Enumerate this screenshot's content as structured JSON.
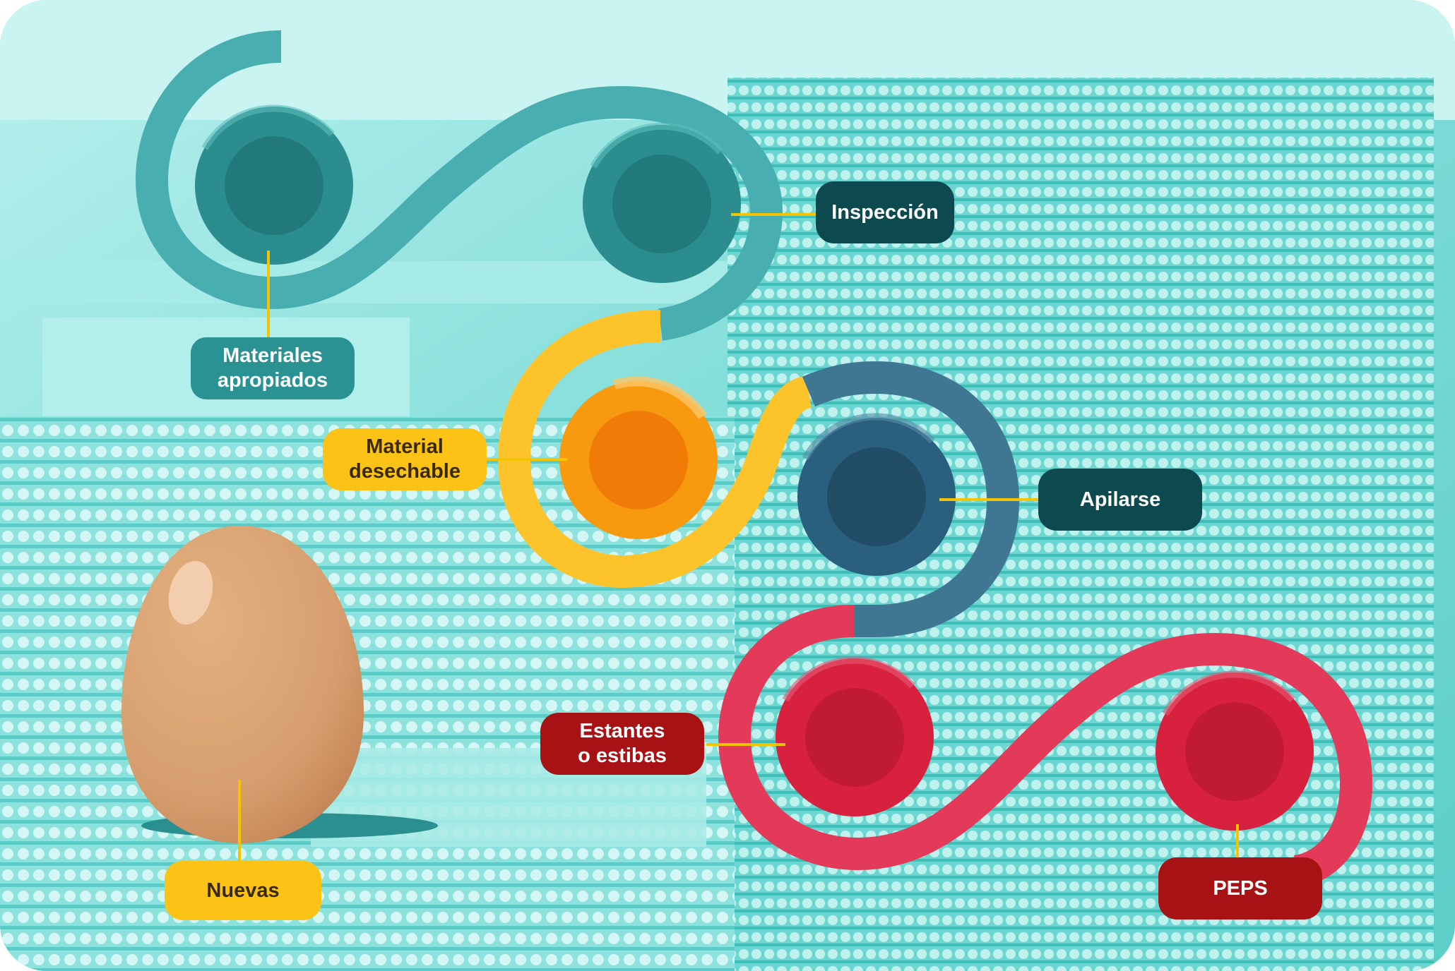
{
  "labels": {
    "materiales": "Materiales\napropiados",
    "inspeccion": "Inspección",
    "material_desechable": "Material\ndesechable",
    "apilarse": "Apilarse",
    "estantes": "Estantes\no estibas",
    "peps": "PEPS",
    "nuevas": "Nuevas"
  },
  "colors": {
    "background_tint": "#8fe3df",
    "teal_loop": "#48aeb0",
    "teal_dot": "#2b8d8d",
    "teal_label": "#2a9293",
    "dark_label": "#0d4a4f",
    "yellow_loop": "#fcc42a",
    "orange_dot": "#f79a10",
    "yellow_label": "#fcc215",
    "blue_loop": "#3f7793",
    "blue_dot": "#2a5f7d",
    "red_loop": "#e23a58",
    "red_dot": "#d7213f",
    "red_label": "#a71215",
    "egg": "#d69e6e",
    "connector": "#f5c400"
  },
  "icons": [
    "egg-icon"
  ]
}
